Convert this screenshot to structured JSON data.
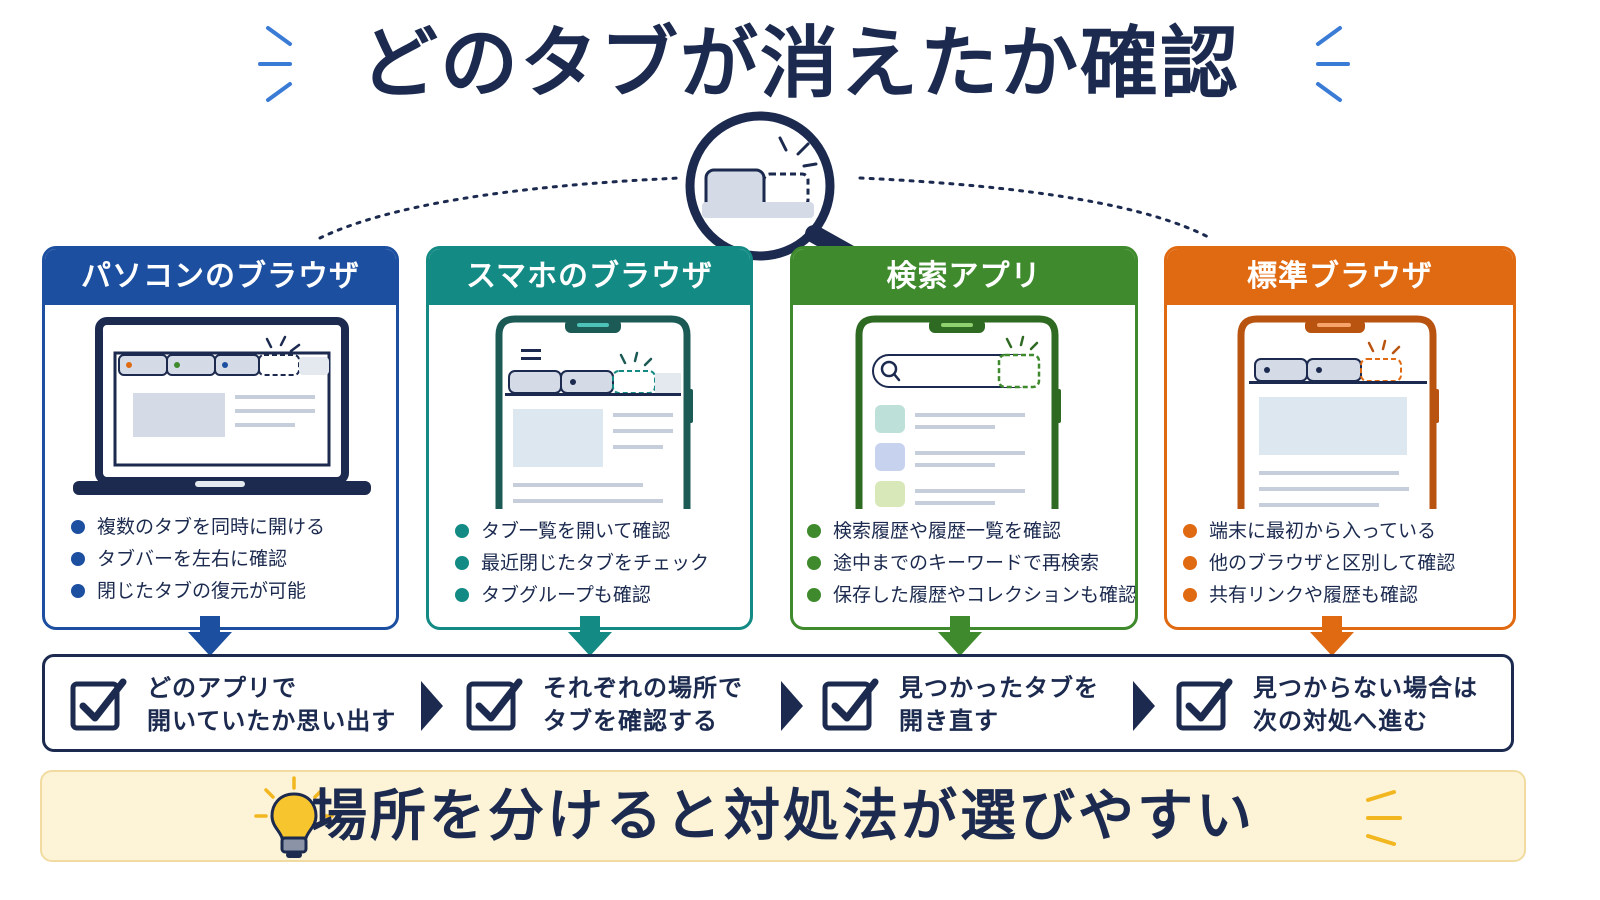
{
  "title": "どのタブが消えたか確認",
  "colors": {
    "navy": "#1b2a4e",
    "pc": "#1c4fa0",
    "mobile": "#138a84",
    "search": "#3e8a2c",
    "standard": "#e06a12",
    "accent": "#3a7bd5",
    "bulb": "#f2b61f"
  },
  "cards": [
    {
      "title": "パソコンのブラウザ",
      "icon": "laptop-icon",
      "items": [
        "複数のタブを同時に開ける",
        "タブバーを左右に確認",
        "閉じたタブの復元が可能"
      ]
    },
    {
      "title": "スマホのブラウザ",
      "icon": "smartphone-icon",
      "items": [
        "タブ一覧を開いて確認",
        "最近閉じたタブをチェック",
        "タブグループも確認"
      ]
    },
    {
      "title": "検索アプリ",
      "icon": "search-app-icon",
      "items": [
        "検索履歴や履歴一覧を確認",
        "途中までのキーワードで再検索",
        "保存した履歴やコレクションも確認"
      ]
    },
    {
      "title": "標準ブラウザ",
      "icon": "standard-browser-icon",
      "items": [
        "端末に最初から入っている",
        "他のブラウザと区別して確認",
        "共有リンクや履歴も確認"
      ]
    }
  ],
  "steps": [
    {
      "line1": "どのアプリで",
      "line2": "開いていたか思い出す"
    },
    {
      "line1": "それぞれの場所で",
      "line2": "タブを確認する"
    },
    {
      "line1": "見つかったタブを",
      "line2": "開き直す"
    },
    {
      "line1": "見つからない場合は",
      "line2": "次の対処へ進む"
    }
  ],
  "conclusion": "場所を分けると対処法が選びやすい"
}
